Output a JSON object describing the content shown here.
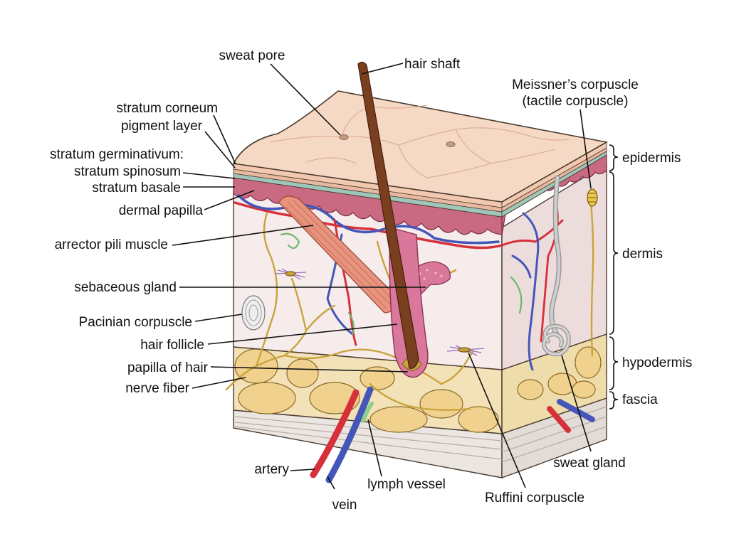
{
  "labels": {
    "sweat_pore": "sweat pore",
    "hair_shaft": "hair shaft",
    "stratum_corneum": "stratum corneum",
    "pigment_layer": "pigment layer",
    "stratum_germinativum": "stratum germinativum:",
    "stratum_spinosum": "stratum spinosum",
    "stratum_basale": "stratum basale",
    "dermal_papilla": "dermal papilla",
    "arrector_pili_muscle": "arrector pili muscle",
    "sebaceous_gland": "sebaceous gland",
    "pacinian_corpuscle": "Pacinian corpuscle",
    "hair_follicle": "hair follicle",
    "papilla_of_hair": "papilla of hair",
    "nerve_fiber": "nerve fiber",
    "artery": "artery",
    "vein": "vein",
    "lymph_vessel": "lymph vessel",
    "ruffini_corpuscle": "Ruffini corpuscle",
    "sweat_gland": "sweat gland",
    "meissner_line1": "Meissner’s corpuscle",
    "meissner_line2": "(tactile corpuscle)",
    "epidermis": "epidermis",
    "dermis": "dermis",
    "hypodermis": "hypodermis",
    "fascia": "fascia"
  },
  "colors": {
    "epidermis_top": "#f6d9c4",
    "pigment_layer": "#e7b9a0",
    "stratum_spinosum": "#9fc7b9",
    "dermal_papilla": "#c96a82",
    "dermis": "#f6ecec",
    "dermis_side": "#eddcdc",
    "hypodermis_fat": "#f0d28e",
    "fascia": "#ece6e2",
    "artery": "#d6303b",
    "vein": "#4456b8",
    "nerve": "#c9a43c",
    "lymph": "#8fcf8f",
    "hair": "#7a3f1f",
    "muscle": "#e8937d",
    "sebaceous": "#d9789a",
    "sweat_gland": "#bdbdbd"
  }
}
